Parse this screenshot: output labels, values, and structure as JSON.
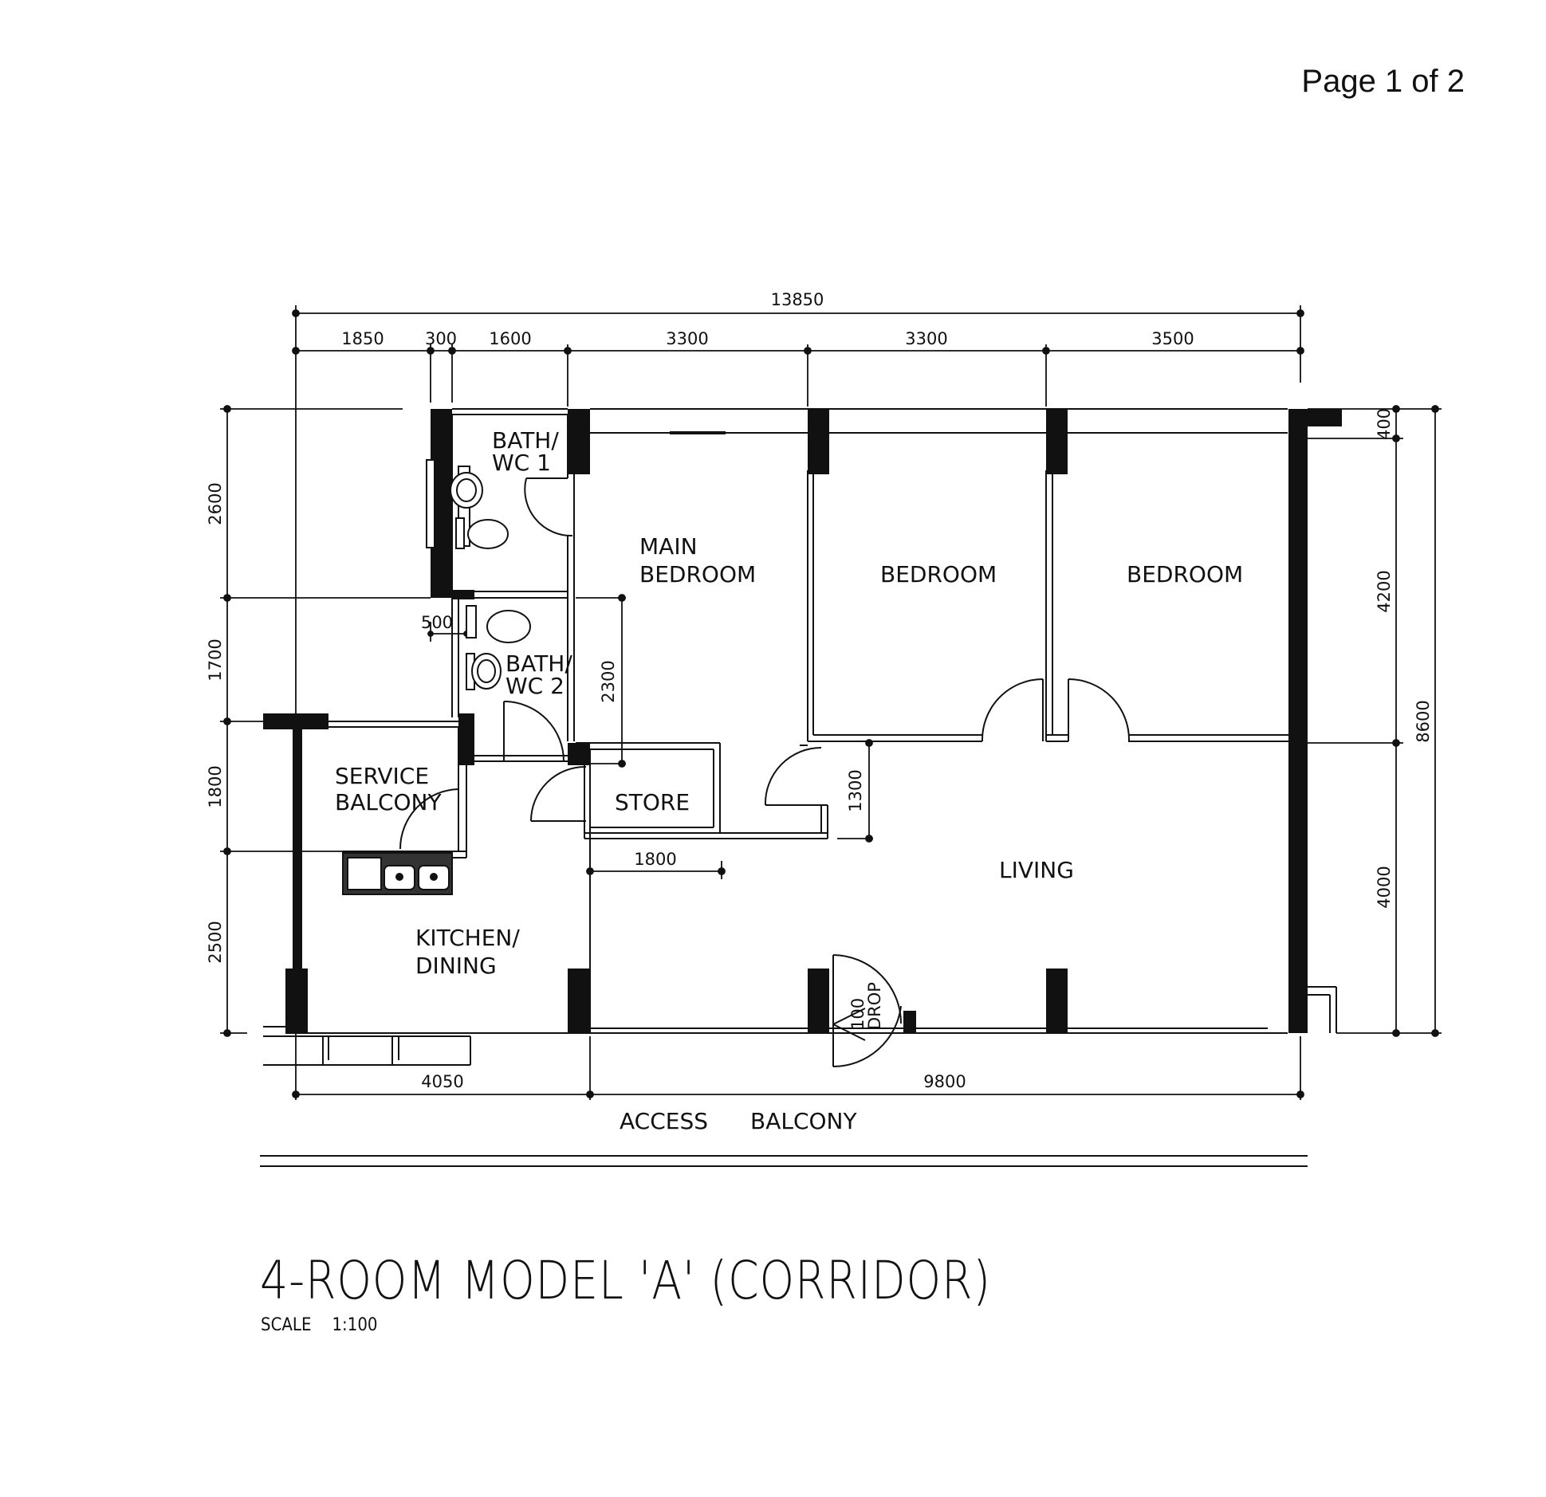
{
  "page_counter": "Page 1 of 2",
  "title": "4-ROOM MODEL 'A' (CORRIDOR)",
  "scale": {
    "label": "SCALE",
    "value": "1:100"
  },
  "rooms": {
    "bath_wc_1": [
      "BATH/",
      "WC  1"
    ],
    "bath_wc_2": [
      "BATH/",
      "WC  2"
    ],
    "main_bedroom": [
      "MAIN",
      "BEDROOM"
    ],
    "bedroom_1": "BEDROOM",
    "bedroom_2": "BEDROOM",
    "service_balcony": [
      "SERVICE",
      "BALCONY"
    ],
    "store": "STORE",
    "living": "LIVING",
    "kitchen_dining": [
      "KITCHEN/",
      "DINING"
    ],
    "access": "ACCESS",
    "balcony": "BALCONY",
    "drop": [
      "100",
      "DROP"
    ]
  },
  "dimensions": {
    "overall_width": "13850",
    "top": [
      "1850",
      "300",
      "1600",
      "3300",
      "3300",
      "3500"
    ],
    "left": [
      "2600",
      "1700",
      "1800",
      "2500"
    ],
    "right_inner": [
      "400",
      "4200",
      "4000"
    ],
    "right_overall": "8600",
    "bottom": [
      "4050",
      "9800"
    ],
    "wc_offset": "500",
    "store_height": "2300",
    "store_width": "1800",
    "living_offset": "1300"
  }
}
